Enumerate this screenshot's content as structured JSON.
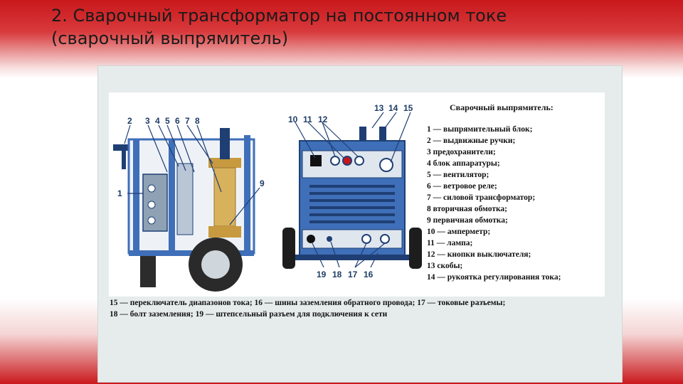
{
  "slide": {
    "title_line1": "2. Сварочный трансформатор на постоянном токе",
    "title_line2": "(сварочный выпрямитель)"
  },
  "legend": {
    "title": "Сварочный выпрямитель:",
    "items": [
      "1 — выпрямительный блок;",
      "2 — выдвижные ручки;",
      "3 предохранители;",
      "4 блок аппаратуры;",
      "5 — вентилятор;",
      "6 — ветровое реле;",
      "7 — силовой трансформатор;",
      "8 вторичная обмотка;",
      "9 первичная обмотка;",
      "10 — амперметр;",
      "11 — лампа;",
      "12 — кнопки выключателя;",
      "13 скобы;",
      "14 — рукоятка регулирования тока;"
    ],
    "footer_line1": "15 — переключатель диапазонов тока; 16 — шины заземления обратного провода; 17 — токовые разъемы;",
    "footer_line2": "18 — болт заземления; 19 — штепсельный разъем для подключения к сети"
  },
  "callouts": {
    "n1": "1",
    "n2": "2",
    "n3": "3",
    "n4": "4",
    "n5": "5",
    "n6": "6",
    "n7": "7",
    "n8": "8",
    "n9": "9",
    "n10": "10",
    "n11": "11",
    "n12": "12",
    "n13": "13",
    "n14": "14",
    "n15": "15",
    "n16a": "16",
    "n16b": "16",
    "n17": "17",
    "n18": "18",
    "n19": "19"
  },
  "colors": {
    "frame_blue": "#3f6fb8",
    "dark_blue": "#1f3f74",
    "transformer": "#d8b15c",
    "lamp_red": "#c8141c"
  }
}
